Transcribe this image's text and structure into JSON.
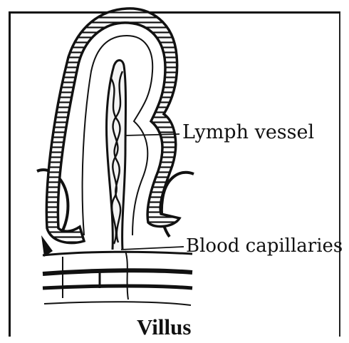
{
  "labels": {
    "lymph_vessel": "Lymph vessel",
    "blood_capillaries": "Blood capillaries"
  },
  "title": "Villus",
  "colors": {
    "ink": "#111111",
    "paper": "#ffffff"
  }
}
